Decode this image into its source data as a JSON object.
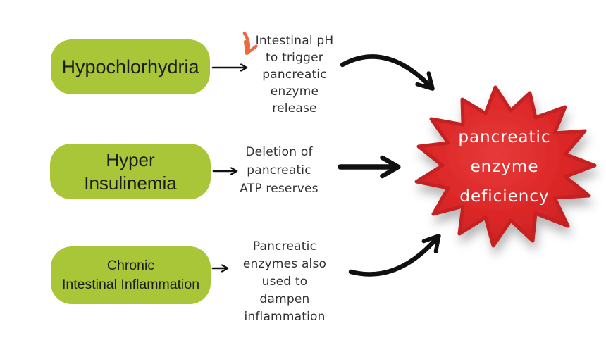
{
  "title": "Causes of pancreatic enzyme deficiency diagram",
  "colors": {
    "background": "#ffffff",
    "box_green": "#A8C637",
    "box_text": "#1d1d1d",
    "note_text": "#303030",
    "arrow_black": "#101010",
    "orange_arrow": "#EE6A3C",
    "burst_red": "#DC2727",
    "burst_red_dark": "#C42020",
    "burst_text": "#ffffff"
  },
  "icons": {
    "decrease_arrow": "orange-down-arrow",
    "connector_arrow": "black-right-arrow",
    "flow_arrow_top": "curved-arrow-down-right",
    "flow_arrow_middle": "thick-straight-arrow-right",
    "flow_arrow_bottom": "curved-arrow-up-right"
  },
  "causes": [
    {
      "box_line1": "Hypochlorhydria",
      "note_line1": "Intestinal pH",
      "note_line2": "to trigger",
      "note_line3": "pancreatic",
      "note_line4": "enzyme release"
    },
    {
      "box_line1": "Hyper",
      "box_line2": "Insulinemia",
      "note_line1": "Deletion of",
      "note_line2": "pancreatic",
      "note_line3": "ATP reserves"
    },
    {
      "box_line1": "Chronic",
      "box_line2": "Intestinal Inflammation",
      "note_line1": "Pancreatic",
      "note_line2": "enzymes also",
      "note_line3": "used to dampen",
      "note_line4": "inflammation"
    }
  ],
  "outcome": {
    "line1": "pancreatic",
    "line2": "enzyme",
    "line3": "deficiency"
  }
}
